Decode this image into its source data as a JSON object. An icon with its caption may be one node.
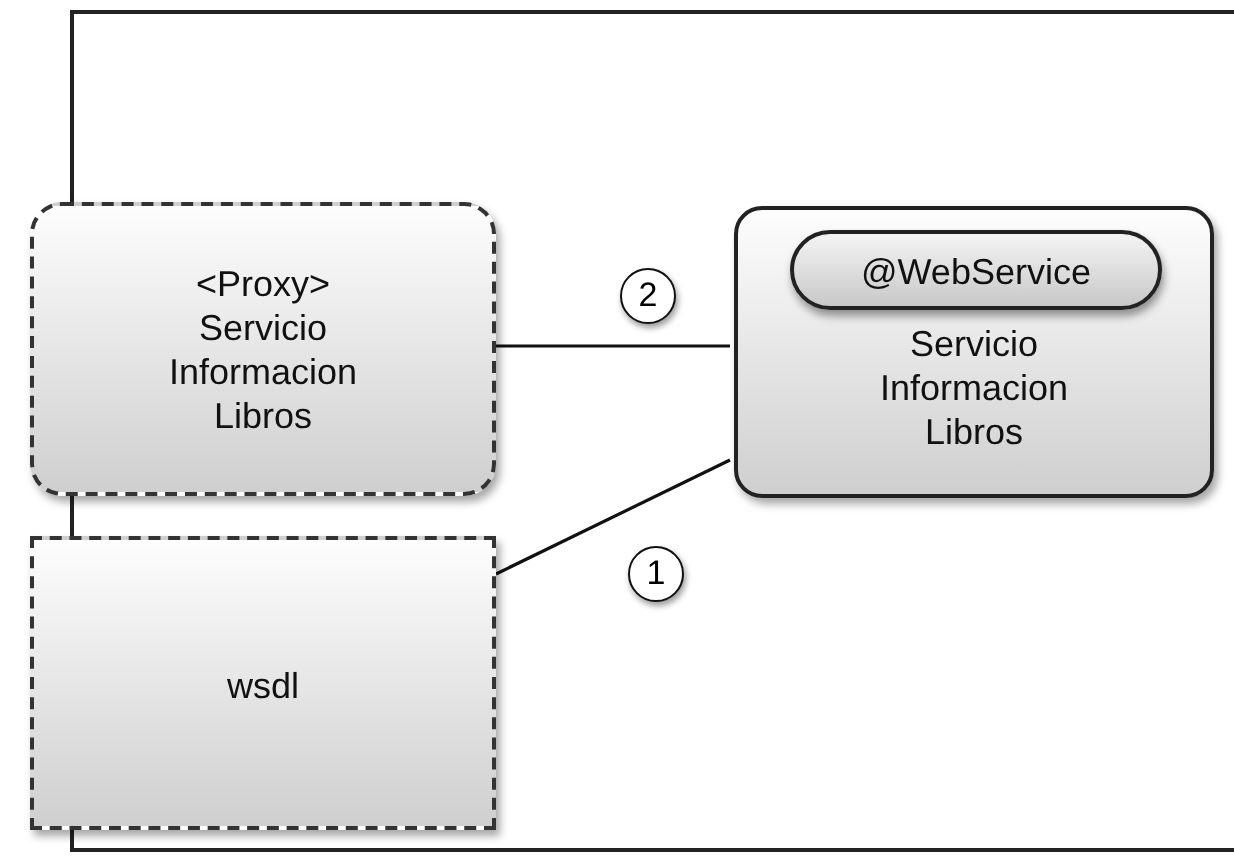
{
  "diagram": {
    "nodes": [
      {
        "text": [],
        "shape": "box"
      },
      {
        "text": [
          "<Proxy> Servicio Informacion Libros"
        ]
      },
      {
        "text": [
          "Servicio Informacion Libros"
        ],
        "in": 0
      },
      {
        "text": [
          "@WebService"
        ],
        "in": 2
      },
      {
        "text": [
          "wsdl"
        ]
      }
    ],
    "edges": [
      {
        "from": 1,
        "to": 2,
        "arrow": "none",
        "label": "2"
      },
      {
        "from": 4,
        "to": 2,
        "arrow": "none",
        "label": "1"
      }
    ]
  }
}
